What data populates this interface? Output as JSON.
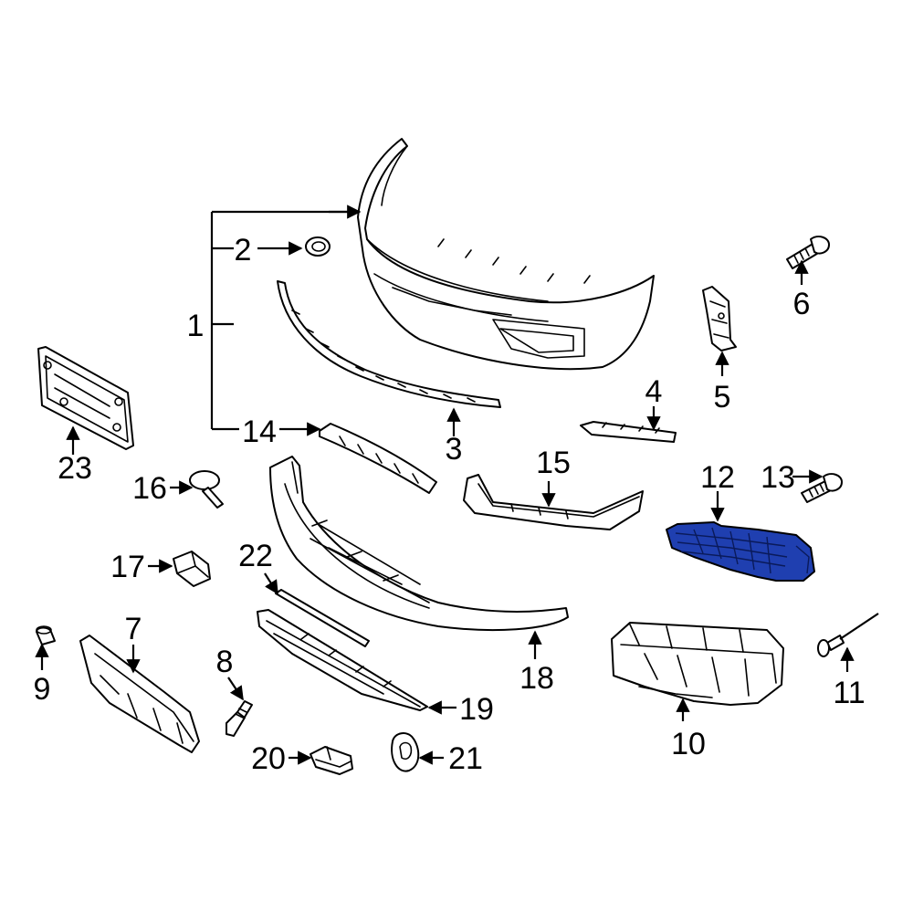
{
  "diagram": {
    "highlight_color": "#1f3fb0",
    "callouts": {
      "c1": "1",
      "c2": "2",
      "c3": "3",
      "c4": "4",
      "c5": "5",
      "c6": "6",
      "c7": "7",
      "c8": "8",
      "c9": "9",
      "c10": "10",
      "c11": "11",
      "c12": "12",
      "c13": "13",
      "c14": "14",
      "c15": "15",
      "c16": "16",
      "c17": "17",
      "c18": "18",
      "c19": "19",
      "c20": "20",
      "c21": "21",
      "c22": "22",
      "c23": "23"
    }
  }
}
